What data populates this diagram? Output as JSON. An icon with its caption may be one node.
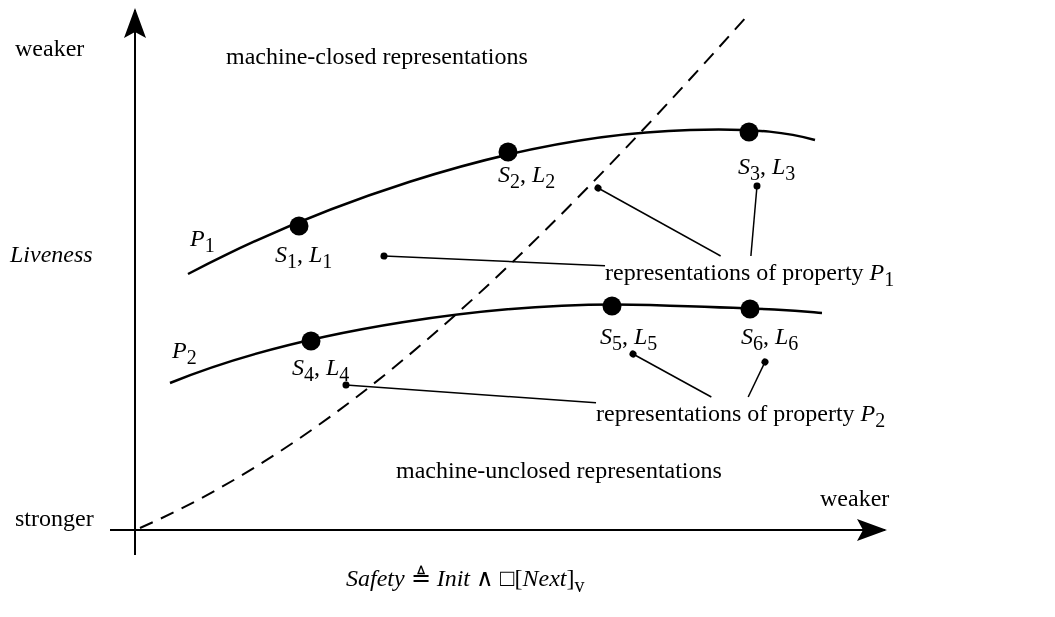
{
  "diagram": {
    "nodes": [
      {
        "text": [
          "*S*$_{1}$, *L*$_{1}$"
        ]
      },
      {
        "text": [
          "*S*$_{2}$, *L*$_{2}$"
        ]
      },
      {
        "text": [
          "*S*$_{3}$, *L*$_{3}$"
        ]
      },
      {
        "text": [
          "*S*$_{4}$, *L*$_{4}$"
        ]
      },
      {
        "text": [
          "*S*$_{5}$, *L*$_{5}$"
        ]
      },
      {
        "text": [
          "*S*$_{6}$, *L*$_{6}$"
        ]
      },
      {
        "text": [
          "representations of property *P*$_{1}$"
        ]
      },
      {
        "text": [
          "representations of property *P*$_{2}$"
        ]
      }
    ],
    "edges": [
      {
        "from": 6,
        "to": 0,
        "arrow": "other"
      },
      {
        "from": 6,
        "to": 1,
        "arrow": "other"
      },
      {
        "from": 6,
        "to": 2,
        "arrow": "other"
      },
      {
        "from": 7,
        "to": 3,
        "arrow": "other"
      },
      {
        "from": 7,
        "to": 4,
        "arrow": "other"
      },
      {
        "from": 7,
        "to": 5,
        "arrow": "other"
      }
    ],
    "labels": [
      "weaker",
      "machine-closed representations",
      "*P*$_{1}$",
      "Liveness",
      "*P*$_{2}$",
      "machine-unclosed representations",
      "weaker",
      "stronger",
      "*Safety* ≜ *Init* ∧ □[*Next*]$_{v}$"
    ]
  }
}
